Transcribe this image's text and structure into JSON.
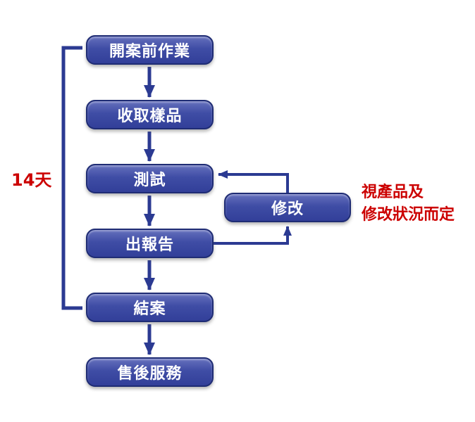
{
  "diagram": {
    "type": "flowchart",
    "direction": "top-down",
    "nodes": [
      {
        "id": "pre-case",
        "label": "開案前作業"
      },
      {
        "id": "receive-sample",
        "label": "收取樣品"
      },
      {
        "id": "test",
        "label": "測試"
      },
      {
        "id": "report",
        "label": "出報告"
      },
      {
        "id": "close-case",
        "label": "結案"
      },
      {
        "id": "after-sales",
        "label": "售後服務"
      },
      {
        "id": "modify",
        "label": "修改"
      }
    ],
    "edges": [
      {
        "from": "pre-case",
        "to": "receive-sample"
      },
      {
        "from": "receive-sample",
        "to": "test"
      },
      {
        "from": "test",
        "to": "report"
      },
      {
        "from": "report",
        "to": "close-case"
      },
      {
        "from": "close-case",
        "to": "after-sales"
      },
      {
        "from": "report",
        "to": "modify"
      },
      {
        "from": "modify",
        "to": "test"
      }
    ],
    "annotations": {
      "duration_label": "14天",
      "note_line1": "視產品及",
      "note_line2": "修改狀況而定"
    },
    "colors": {
      "box_fill_top": "#6570bd",
      "box_fill_mid": "#3f4da5",
      "box_fill_bottom": "#323f99",
      "box_border": "#1f2c74",
      "box_text": "#ffffff",
      "connector": "#2b3a92",
      "annotation_red": "#cc0000"
    }
  }
}
